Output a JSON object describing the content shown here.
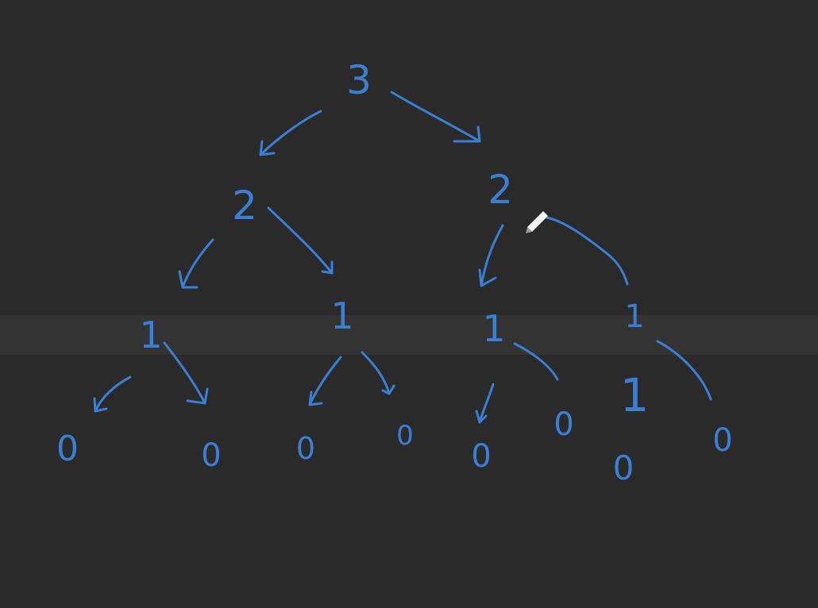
{
  "colors": {
    "background": "#2a2a2b",
    "band": "#333334",
    "ink": "#3b7fd4"
  },
  "cursor": {
    "icon": "pen-icon"
  },
  "tree": {
    "root": {
      "label": "3"
    },
    "level1": [
      {
        "label": "2"
      },
      {
        "label": "2"
      }
    ],
    "level2": [
      {
        "label": "1"
      },
      {
        "label": "1"
      },
      {
        "label": "1"
      },
      {
        "label": "1"
      }
    ],
    "level3": [
      {
        "label": "0"
      },
      {
        "label": "0"
      },
      {
        "label": "0"
      },
      {
        "label": "0"
      },
      {
        "label": "0"
      },
      {
        "label": "0"
      },
      {
        "label": "1"
      },
      {
        "label": "0"
      }
    ],
    "level4": [
      {
        "label": "0"
      }
    ]
  }
}
